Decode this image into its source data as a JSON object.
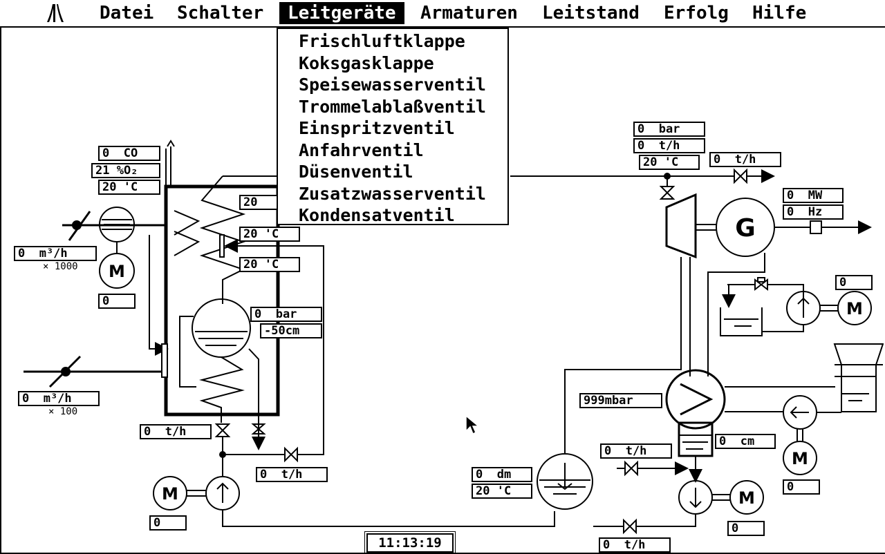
{
  "menubar": {
    "items": [
      {
        "label": "Datei",
        "active": false
      },
      {
        "label": "Schalter",
        "active": false
      },
      {
        "label": "Leitgeräte",
        "active": true
      },
      {
        "label": "Armaturen",
        "active": false
      },
      {
        "label": "Leitstand",
        "active": false
      },
      {
        "label": "Erfolg",
        "active": false
      },
      {
        "label": "Hilfe",
        "active": false
      }
    ]
  },
  "dropdown": {
    "items": [
      "Frischluftklappe",
      "Koksgasklappe",
      "Speisewasserventil",
      "Trommelablaßventil",
      "Einspritzventil",
      "Anfahrventil",
      "Düsenventil",
      "Zusatzwasserventil",
      "Kondensatventil"
    ]
  },
  "readouts": {
    "flue_co": "0  CO",
    "flue_o2": "21 %O₂",
    "flue_temp": "20 'C",
    "air_flow": "0  m³/h",
    "air_flow_factor": "× 1000",
    "fan_motor": "0",
    "gas_flow": "0  m³/h",
    "gas_flow_factor": "× 100",
    "superheater_temp_1": "20",
    "superheater_temp_2": "20 'C",
    "superheater_temp_3": "20 'C",
    "drum_pressure": "0  bar",
    "drum_level": "-50cm",
    "feedwater_flow": "0  t/h",
    "bypass_flow": "0  t/h",
    "feed_pump_motor": "0",
    "steam_pressure": "0  bar",
    "steam_flow": "0  t/h",
    "steam_temp": "20 'C",
    "bypass_steam_flow": "0  t/h",
    "generator_power": "0  MW",
    "generator_freq": "0  Hz",
    "cooling_pump_motor": "0",
    "condenser_pressure": "999mbar",
    "hotwell_level": "0  cm",
    "makeup_water_flow": "0  t/h",
    "cooling_water_pump_motor": "0",
    "condensate_pump_motor": "0",
    "deaerator_level": "0  dm",
    "deaerator_temp": "20 'C",
    "condensate_flow": "0  t/h"
  },
  "symbols": {
    "generator": "G",
    "motor": "M"
  },
  "clock": "11:13:19"
}
